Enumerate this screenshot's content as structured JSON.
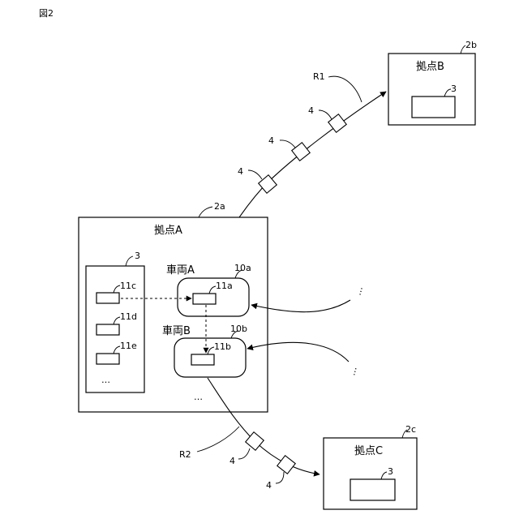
{
  "figure_label": "図2",
  "base_a": {
    "name": "拠点A",
    "ref": "2a"
  },
  "base_b": {
    "name": "拠点B",
    "ref": "2b",
    "server_ref": "3"
  },
  "base_c": {
    "name": "拠点C",
    "ref": "2c",
    "server_ref": "3"
  },
  "server_a": {
    "ref": "3",
    "slots": [
      "11c",
      "11d",
      "11e"
    ],
    "more": "…"
  },
  "vehicle_a": {
    "name": "車両A",
    "ref": "10a",
    "slot": "11a"
  },
  "vehicle_b": {
    "name": "車両B",
    "ref": "10b",
    "slot": "11b"
  },
  "route_1": {
    "name": "R1",
    "packet_labels": [
      "4",
      "4",
      "4"
    ]
  },
  "route_2": {
    "name": "R2",
    "packet_labels": [
      "4",
      "4"
    ]
  },
  "more_vehicles": "…",
  "ellipsis_right_a": "…",
  "ellipsis_right_b": "…"
}
